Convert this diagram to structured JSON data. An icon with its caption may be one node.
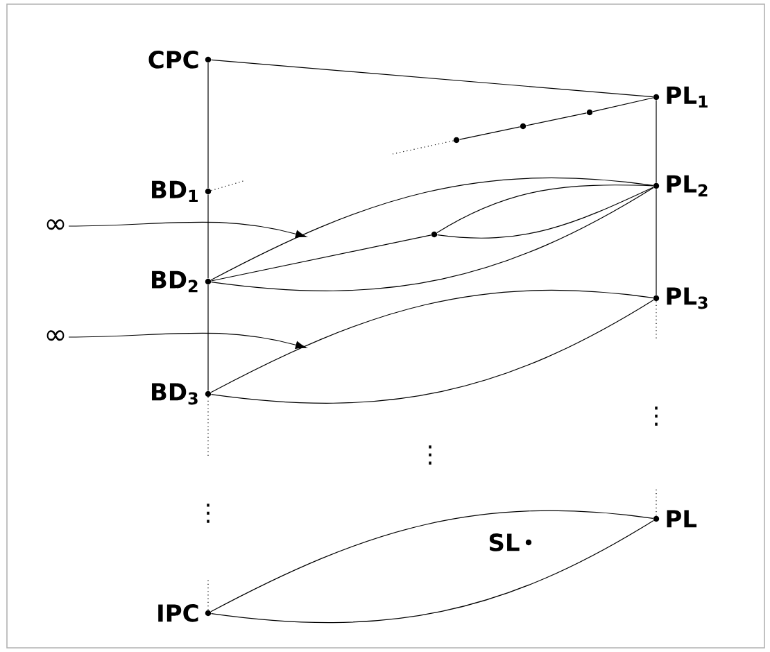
{
  "diagram": {
    "nodes": [
      {
        "text": [],
        "shape": "circle",
        "beside": [
          "CPC"
        ]
      },
      {
        "text": [],
        "shape": "circle",
        "beside": [
          "PL$_{1}$"
        ]
      },
      {
        "text": [],
        "shape": "circle",
        "beside": [
          "BD$_{1}$"
        ]
      },
      {
        "text": [],
        "shape": "circle",
        "beside": [
          "PL$_{2}$"
        ]
      },
      {
        "text": [],
        "shape": "circle",
        "beside": [
          "BD$_{2}$"
        ]
      },
      {
        "text": [],
        "shape": "circle",
        "beside": [
          "PL$_{3}$"
        ]
      },
      {
        "text": [],
        "shape": "circle",
        "beside": [
          "BD$_{3}$"
        ]
      },
      {
        "text": [],
        "shape": "circle",
        "beside": [
          "PL"
        ]
      },
      {
        "text": [],
        "shape": "circle",
        "beside": [
          "IPC"
        ]
      },
      {
        "text": [],
        "shape": "circle"
      },
      {
        "text": [],
        "shape": "circle"
      },
      {
        "text": [],
        "shape": "circle"
      },
      {
        "text": [],
        "shape": "circle"
      },
      {
        "text": [],
        "shape": "circle",
        "beside": [
          "SL"
        ]
      },
      {
        "text": [
          "∞"
        ]
      },
      {
        "text": [
          "∞"
        ]
      }
    ],
    "edges": [
      {
        "from": 0,
        "to": 2,
        "arrow": "none"
      },
      {
        "from": 2,
        "to": 4,
        "arrow": "none"
      },
      {
        "from": 4,
        "to": 6,
        "arrow": "none"
      },
      {
        "from": 6,
        "to": null,
        "arrow": "none",
        "style": "dashed"
      },
      {
        "from": 8,
        "to": null,
        "arrow": "none",
        "style": "dashed"
      },
      {
        "from": 0,
        "to": 1,
        "arrow": "none"
      },
      {
        "from": 1,
        "to": 3,
        "arrow": "none"
      },
      {
        "from": 3,
        "to": 5,
        "arrow": "none"
      },
      {
        "from": 5,
        "to": null,
        "arrow": "none",
        "style": "dashed"
      },
      {
        "from": 7,
        "to": null,
        "arrow": "none",
        "style": "dashed"
      },
      {
        "from": 1,
        "to": 12,
        "arrow": "none"
      },
      {
        "from": 12,
        "to": 11,
        "arrow": "none"
      },
      {
        "from": 11,
        "to": 10,
        "arrow": "none"
      },
      {
        "from": 10,
        "to": null,
        "arrow": "none",
        "style": "dashed"
      },
      {
        "from": 2,
        "to": null,
        "arrow": "none",
        "style": "dashed"
      },
      {
        "from": 4,
        "to": 3,
        "arrow": "none"
      },
      {
        "from": 4,
        "to": 3,
        "arrow": "none"
      },
      {
        "from": 4,
        "to": 9,
        "arrow": "none"
      },
      {
        "from": 9,
        "to": 3,
        "arrow": "none"
      },
      {
        "from": 9,
        "to": 3,
        "arrow": "none"
      },
      {
        "from": 6,
        "to": 5,
        "arrow": "none"
      },
      {
        "from": 6,
        "to": 5,
        "arrow": "none"
      },
      {
        "from": 8,
        "to": 7,
        "arrow": "none"
      },
      {
        "from": 8,
        "to": 7,
        "arrow": "none"
      },
      {
        "from": 14,
        "to": null,
        "arrow": "to"
      },
      {
        "from": 15,
        "to": null,
        "arrow": "to"
      }
    ],
    "labels": [
      "⋮",
      "⋮",
      "⋮"
    ]
  }
}
